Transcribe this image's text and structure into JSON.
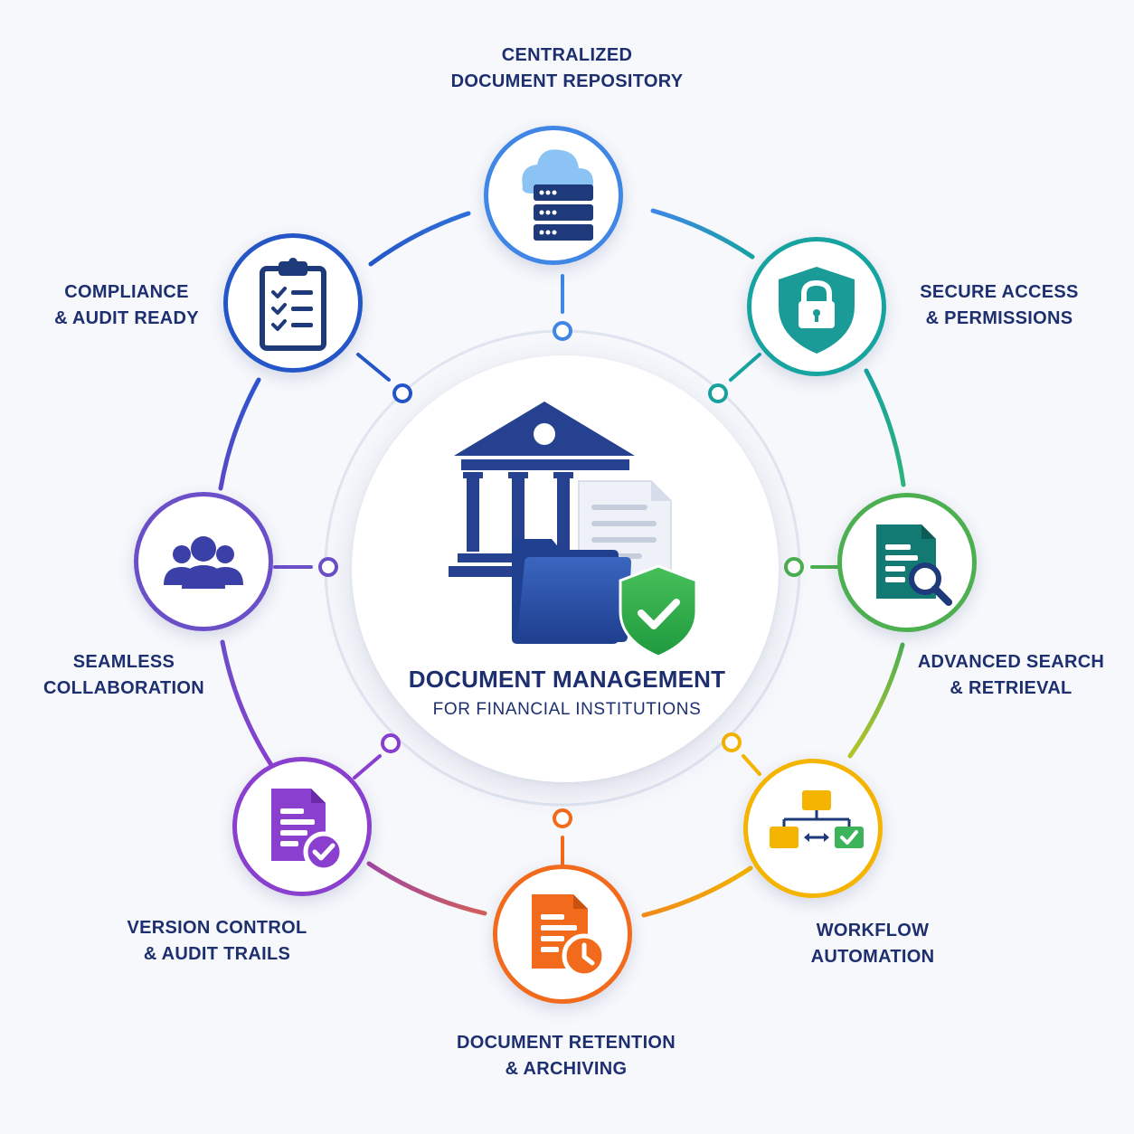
{
  "center": {
    "title": "DOCUMENT MANAGEMENT",
    "subtitle": "FOR FINANCIAL INSTITUTIONS"
  },
  "features": [
    {
      "line1": "CENTRALIZED",
      "line2": "DOCUMENT REPOSITORY",
      "icon": "cloud-server-icon",
      "color": "#3f86e6"
    },
    {
      "line1": "SECURE ACCESS",
      "line2": "& PERMISSIONS",
      "icon": "shield-lock-icon",
      "color": "#17a3a0"
    },
    {
      "line1": "ADVANCED SEARCH",
      "line2": "& RETRIEVAL",
      "icon": "document-search-icon",
      "color": "#4caf50"
    },
    {
      "line1": "WORKFLOW",
      "line2": "AUTOMATION",
      "icon": "workflow-icon",
      "color": "#f4b400"
    },
    {
      "line1": "DOCUMENT RETENTION",
      "line2": "& ARCHIVING",
      "icon": "document-clock-icon",
      "color": "#f26b1d"
    },
    {
      "line1": "VERSION CONTROL",
      "line2": "& AUDIT TRAILS",
      "icon": "document-check-icon",
      "color": "#8a3fcf"
    },
    {
      "line1": "SEAMLESS",
      "line2": "COLLABORATION",
      "icon": "people-group-icon",
      "color": "#6b4fc9"
    },
    {
      "line1": "COMPLIANCE",
      "line2": "& AUDIT READY",
      "icon": "clipboard-checklist-icon",
      "color": "#2456c8"
    }
  ]
}
